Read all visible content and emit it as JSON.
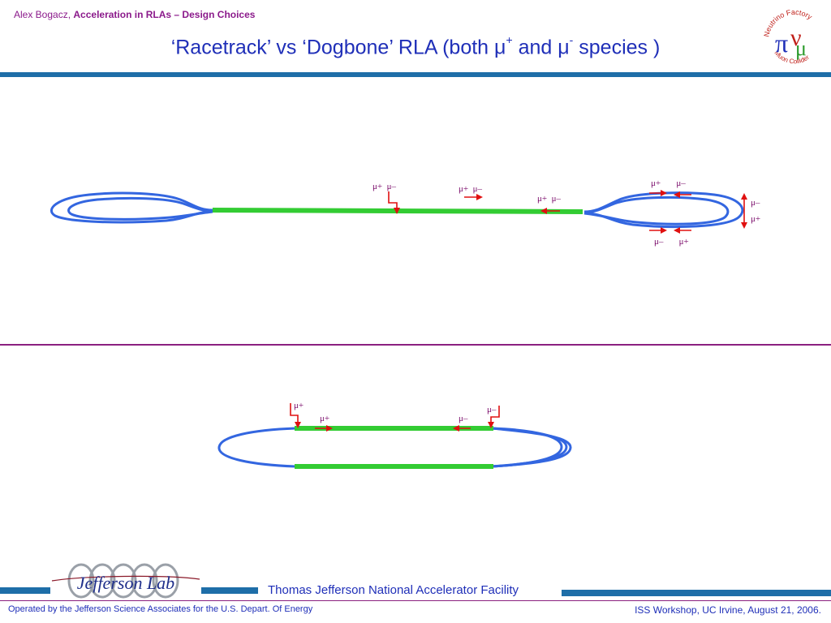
{
  "header": {
    "author": "Alex Bogacz,",
    "topic": "Acceleration in RLAs – Design Choices"
  },
  "title": {
    "pre": "‘Racetrack’ vs ‘Dogbone’  RLA (both μ",
    "sup1": "+",
    "mid": " and μ",
    "sup2": "-",
    "post": " species )"
  },
  "logo": {
    "top_text": "Neutrino Factory",
    "bottom_text": "Muon Collider",
    "symbol_pi": "π",
    "symbol_nu": "ν",
    "symbol_mu": "μ"
  },
  "dogbone": {
    "labels": {
      "linac_inject": "μ+  μ–",
      "linac_mid": "μ+  μ–",
      "linac_right": "μ+  μ–",
      "arc_top": "μ+       μ–",
      "arc_bottom": "μ–       μ+",
      "side_top": "μ–",
      "side_bottom": "μ+"
    }
  },
  "racetrack": {
    "labels": {
      "inject_left": "μ+",
      "linac_left": "μ+",
      "linac_right": "μ–",
      "inject_right": "μ–"
    }
  },
  "colors": {
    "linac": "#33cc33",
    "arc": "#3366e0",
    "arrow": "#e01010",
    "label": "#7a0a6a",
    "title": "#1f2fb8",
    "bar": "#1e6ea8",
    "divider": "#8b2080"
  },
  "footer": {
    "facility": "Thomas Jefferson National Accelerator Facility",
    "operated": "Operated by the Jefferson Science Associates for the U.S. Depart. Of Energy",
    "event": "ISS Workshop, UC Irvine,  August 21, 2006.",
    "lab_logo_text": "Jefferson Lab"
  }
}
